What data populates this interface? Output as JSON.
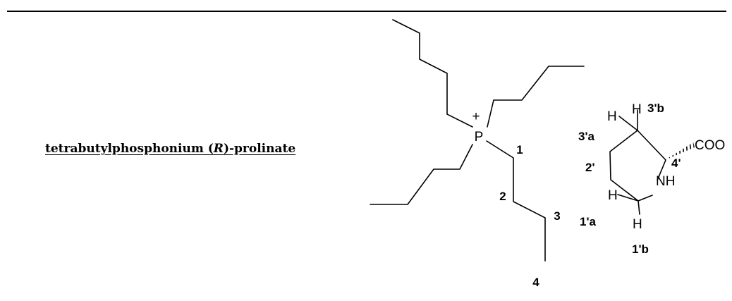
{
  "compound": {
    "name_prefix": "tetrabutylphosphonium (",
    "name_italic": "R",
    "name_suffix": ")-prolinate"
  },
  "cation": {
    "phosphorus": "P",
    "charge": "+",
    "carbon_numbers": [
      "1",
      "2",
      "3",
      "4"
    ]
  },
  "anion": {
    "carboxylate": "COO",
    "nitrogen": "NH",
    "hydrogen": "H",
    "position_labels": [
      "3'b",
      "3'a",
      "2'",
      "4'",
      "1'a",
      "1'b"
    ]
  }
}
